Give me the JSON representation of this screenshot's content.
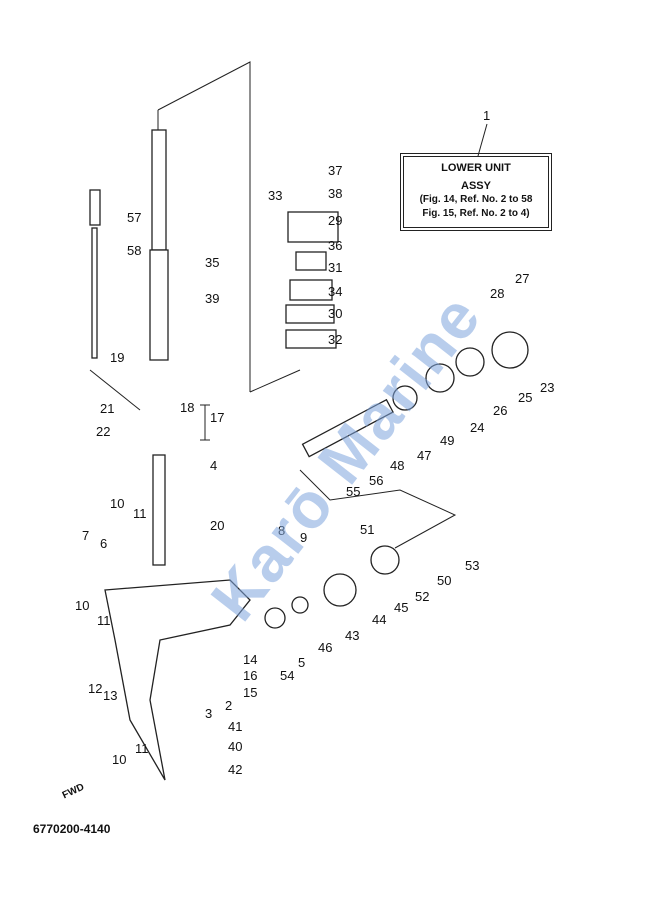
{
  "assy_box": {
    "title1": "LOWER UNIT",
    "title2": "ASSY",
    "ref1": "(Fig. 14, Ref. No. 2 to 58",
    "ref2": "Fig. 15, Ref. No. 2 to 4)"
  },
  "fwd_label": "FWD",
  "figure_code": "6770200-4140",
  "watermark": "Karō Marine",
  "part_labels": [
    "1",
    "37",
    "33",
    "38",
    "29",
    "36",
    "31",
    "34",
    "30",
    "32",
    "57",
    "58",
    "35",
    "39",
    "19",
    "21",
    "18",
    "17",
    "22",
    "4",
    "10",
    "11",
    "7",
    "6",
    "20",
    "8",
    "9",
    "10",
    "11",
    "12",
    "13",
    "14",
    "16",
    "15",
    "2",
    "3",
    "41",
    "40",
    "42",
    "11",
    "10",
    "5",
    "54",
    "46",
    "43",
    "44",
    "45",
    "52",
    "50",
    "53",
    "51",
    "55",
    "56",
    "48",
    "47",
    "49",
    "24",
    "26",
    "25",
    "23",
    "27",
    "28"
  ]
}
